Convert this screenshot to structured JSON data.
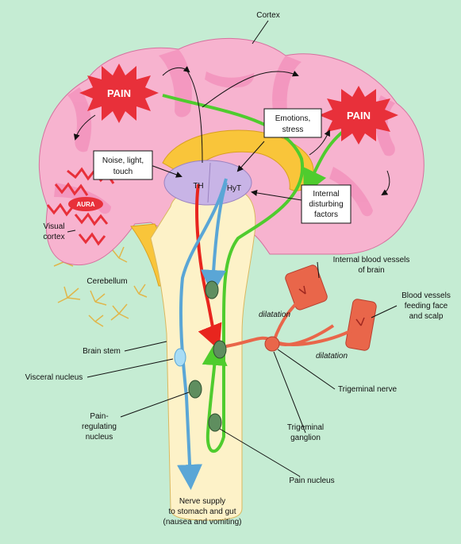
{
  "labels": {
    "cortex": "Cortex",
    "pain_left": "PAIN",
    "pain_right": "PAIN",
    "emotions_1": "Emotions,",
    "emotions_2": "stress",
    "noise_1": "Noise, light,",
    "noise_2": "touch",
    "th": "TH",
    "hyt": "HyT",
    "internal_1": "Internal",
    "internal_2": "disturbing",
    "internal_3": "factors",
    "aura": "AURA",
    "visual_1": "Visual",
    "visual_2": "cortex",
    "cerebellum": "Cerebellum",
    "internal_vessels_1": "Internal blood vessels",
    "internal_vessels_2": "of brain",
    "blood_vessels_1": "Blood vessels",
    "blood_vessels_2": "feeding face",
    "blood_vessels_3": "and scalp",
    "dilatation_1": "dilatation",
    "dilatation_2": "dilatation",
    "brain_stem": "Brain stem",
    "visceral": "Visceral nucleus",
    "trigeminal_nerve": "Trigeminal nerve",
    "pain_reg_1": "Pain-",
    "pain_reg_2": "regulating",
    "pain_reg_3": "nucleus",
    "trig_ganglion_1": "Trigeminal",
    "trig_ganglion_2": "ganglion",
    "pain_nucleus": "Pain nucleus",
    "nerve_supply_1": "Nerve supply",
    "nerve_supply_2": "to stomach and gut",
    "nerve_supply_3": "(nausea and vomiting)"
  },
  "colors": {
    "background": "#c5ecd3",
    "brain": "#f7b3cf",
    "brain_fold": "#f393bd",
    "stem": "#fdf2c8",
    "thalamus": "#c8b4e6",
    "yellow": "#f9c53a",
    "pain_burst": "#e8303a",
    "green_path": "#4fcc2e",
    "red_path": "#e8251e",
    "blue_path": "#5aa6d6",
    "nucleus": "#5f8e5f",
    "vessel": "#e9664a",
    "cerebellum": "#e0b64a"
  }
}
